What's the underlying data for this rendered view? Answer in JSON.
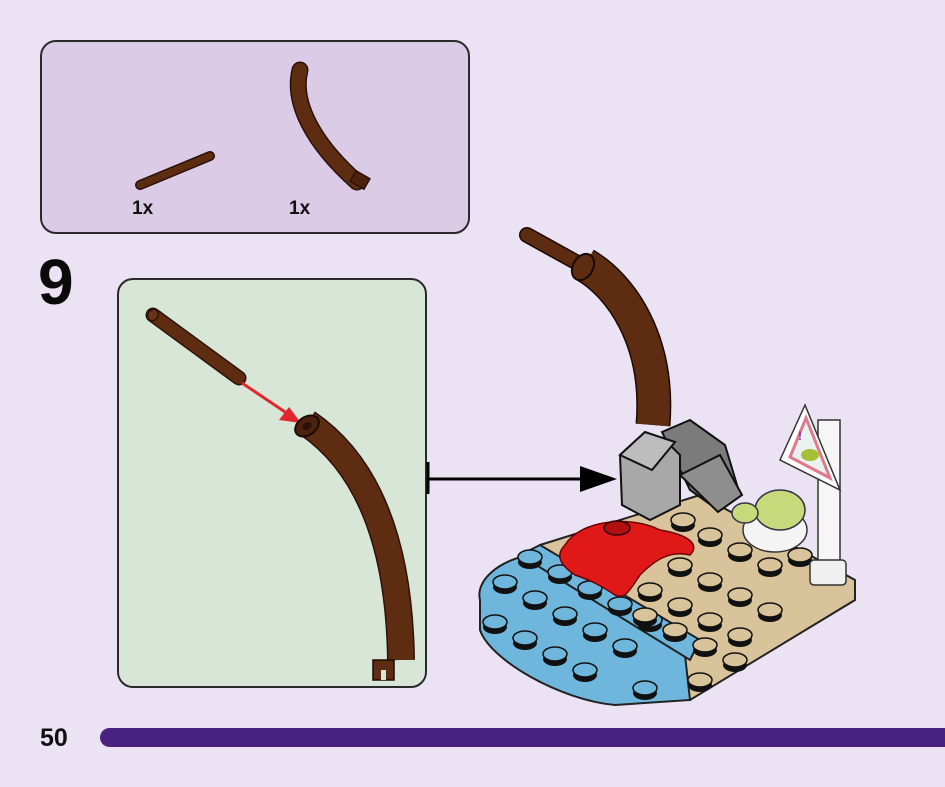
{
  "parts_list": {
    "items": [
      {
        "part": "brown-bar-short",
        "quantity": "1x"
      },
      {
        "part": "brown-curved-stem",
        "quantity": "1x"
      }
    ]
  },
  "step": {
    "number": "9"
  },
  "page": {
    "number": "50",
    "accent_color": "#4a2382"
  },
  "colors": {
    "background": "#ebe3f3",
    "parts_box": "#dccbe6",
    "sub_assembly_box": "#d8e6d8",
    "brown": "#5e2c10",
    "arrow_red": "#e0272b",
    "plate_blue": "#6fb6dc",
    "plate_tan": "#d9c39a",
    "coral_red": "#e01818",
    "stone_gray": "#a8a8a8",
    "turtle_green": "#c7d97a"
  }
}
